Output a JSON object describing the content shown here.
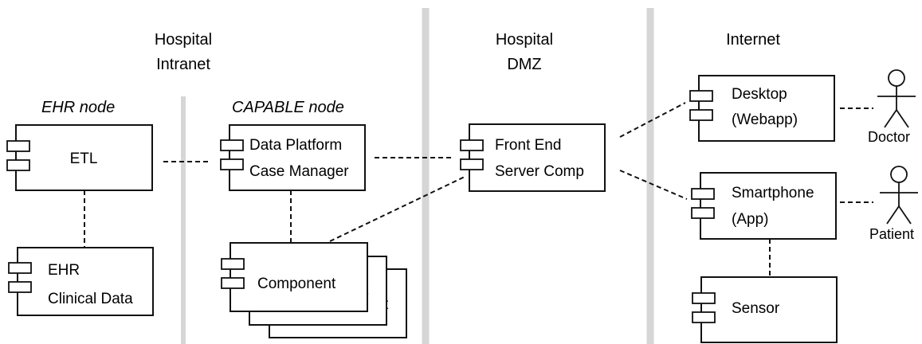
{
  "zones": [
    {
      "line1": "Hospital",
      "line2": "Intranet"
    },
    {
      "line1": "Hospital",
      "line2": "DMZ"
    },
    {
      "line1": "Internet",
      "line2": ""
    }
  ],
  "nodes": {
    "ehr": "EHR node",
    "capable": "CAPABLE node"
  },
  "components": {
    "etl": {
      "line1": "ETL",
      "line2": ""
    },
    "ehr_data": {
      "line1": "EHR",
      "line2": "Clinical Data"
    },
    "data_platform": {
      "line1": "Data Platform",
      "line2": "Case Manager"
    },
    "component": {
      "line1": "Component",
      "line2": ""
    },
    "component_back1": "t",
    "component_back2": "t",
    "front_end": {
      "line1": "Front End",
      "line2": "Server Comp"
    },
    "desktop": {
      "line1": "Desktop",
      "line2": "(Webapp)"
    },
    "smartphone": {
      "line1": "Smartphone",
      "line2": "(App)"
    },
    "sensor": {
      "line1": "Sensor",
      "line2": ""
    }
  },
  "actors": {
    "doctor": "Doctor",
    "patient": "Patient"
  }
}
